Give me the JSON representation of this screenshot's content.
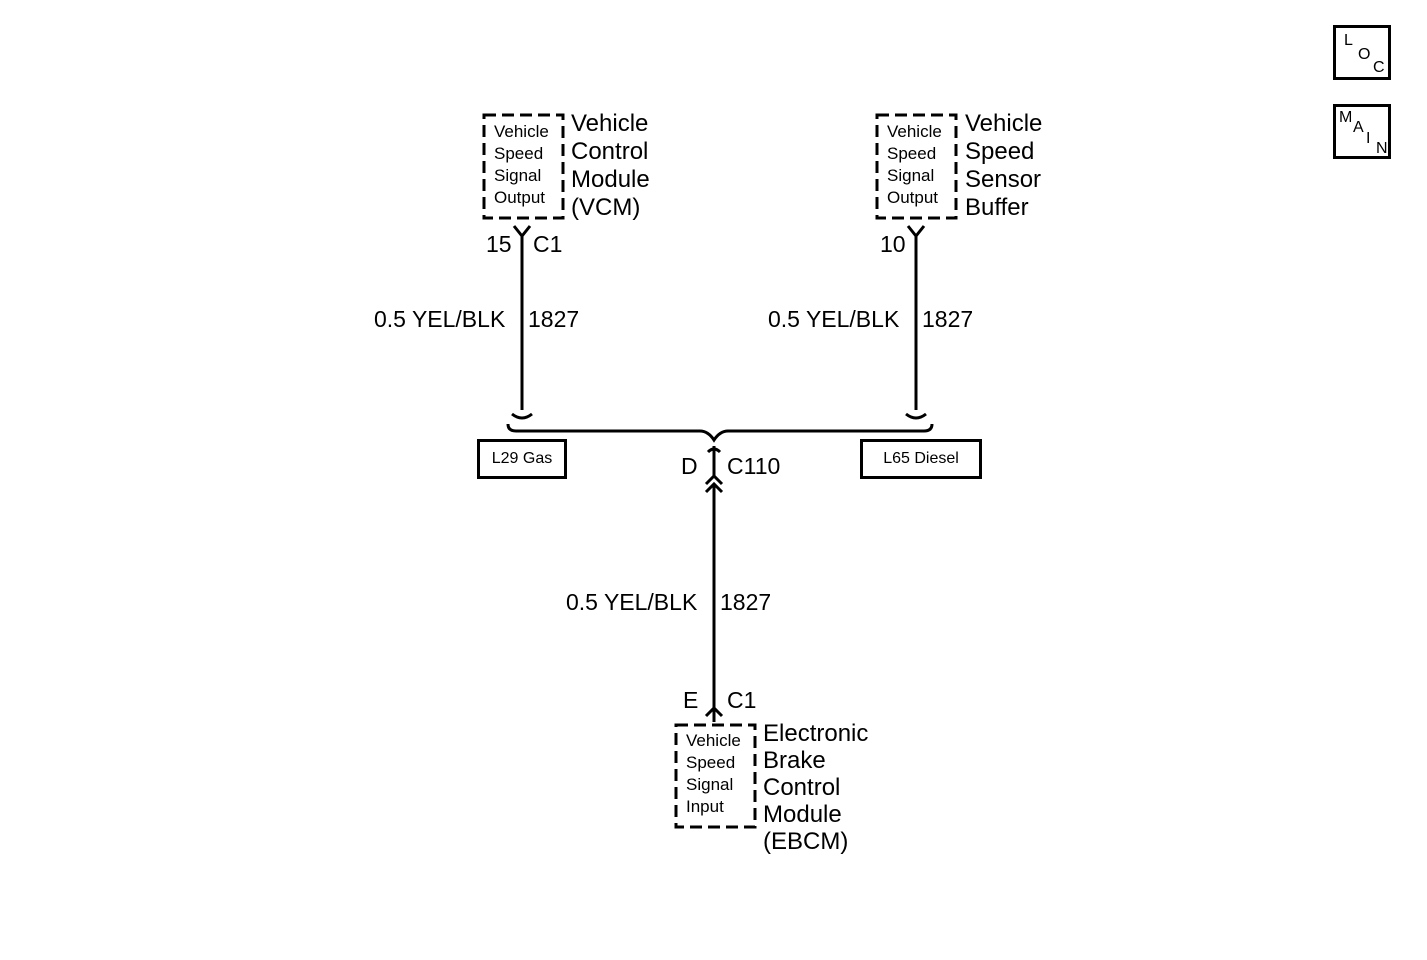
{
  "nav": {
    "loc": [
      "L",
      "O",
      "C"
    ],
    "main": [
      "M",
      "A",
      "I",
      "N"
    ]
  },
  "vcm": {
    "signal": [
      "Vehicle",
      "Speed",
      "Signal",
      "Output"
    ],
    "name": [
      "Vehicle",
      "Control",
      "Module",
      "(VCM)"
    ],
    "pin": "15",
    "connector": "C1",
    "wire": "0.5 YEL/BLK",
    "circuit": "1827"
  },
  "vssb": {
    "signal": [
      "Vehicle",
      "Speed",
      "Signal",
      "Output"
    ],
    "name": [
      "Vehicle",
      "Speed",
      "Sensor",
      "Buffer"
    ],
    "pin": "10",
    "wire": "0.5 YEL/BLK",
    "circuit": "1827"
  },
  "options": {
    "left": "L29 Gas",
    "right": "L65 Diesel"
  },
  "inline": {
    "pin": "D",
    "connector": "C110"
  },
  "ebcm": {
    "wire": "0.5 YEL/BLK",
    "circuit": "1827",
    "pin": "E",
    "connector": "C1",
    "signal": [
      "Vehicle",
      "Speed",
      "Signal",
      "Input"
    ],
    "name": [
      "Electronic",
      "Brake",
      "Control",
      "Module",
      "(EBCM)"
    ]
  }
}
